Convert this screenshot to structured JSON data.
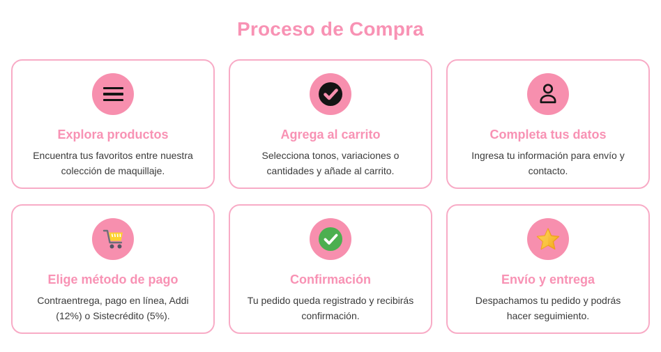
{
  "page": {
    "title": "Proceso de Compra"
  },
  "colors": {
    "accent_pink": "#f892b4",
    "card_border_pink": "#f8abc6",
    "icon_circle_pink": "#f78fae",
    "description_text": "#3a3a3a",
    "confirm_green": "#4caf50",
    "check_black": "#141414",
    "cart_yellow": "#fdd22f",
    "star_gold": "#fbbf3b",
    "star_orange": "#ef9f1f"
  },
  "cards": [
    {
      "icon": "menu-icon",
      "title": "Explora productos",
      "description": "Encuentra tus favoritos entre nuestra colección de maquillaje."
    },
    {
      "icon": "black-check-icon",
      "title": "Agrega al carrito",
      "description": "Selecciona tonos, variaciones o cantidades y añade al carrito."
    },
    {
      "icon": "person-icon",
      "title": "Completa tus datos",
      "description": "Ingresa tu información para envío y contacto."
    },
    {
      "icon": "cart-icon",
      "title": "Elige método de pago",
      "description": "Contraentrega, pago en línea, Addi (12%) o Sistecrédito (5%)."
    },
    {
      "icon": "green-check-icon",
      "title": "Confirmación",
      "description": "Tu pedido queda registrado y recibirás confirmación."
    },
    {
      "icon": "star-icon",
      "title": "Envío y entrega",
      "description": "Despachamos tu pedido y podrás hacer seguimiento."
    }
  ]
}
